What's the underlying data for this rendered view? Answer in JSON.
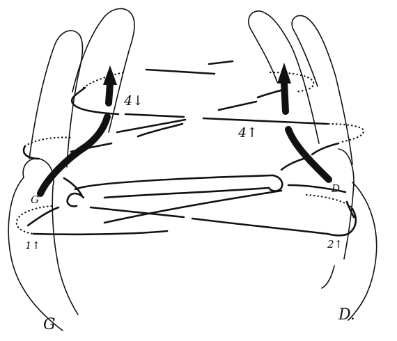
{
  "labels": {
    "hand_left": "G",
    "hand_right": "D.",
    "finger_g": "G",
    "finger_d": "D",
    "finger_1": "1↑",
    "finger_2": "2↑",
    "loop_4_down": "4↓",
    "loop_4_up": "4↑"
  },
  "colors": {
    "ink": "#111111",
    "background": "#ffffff"
  }
}
